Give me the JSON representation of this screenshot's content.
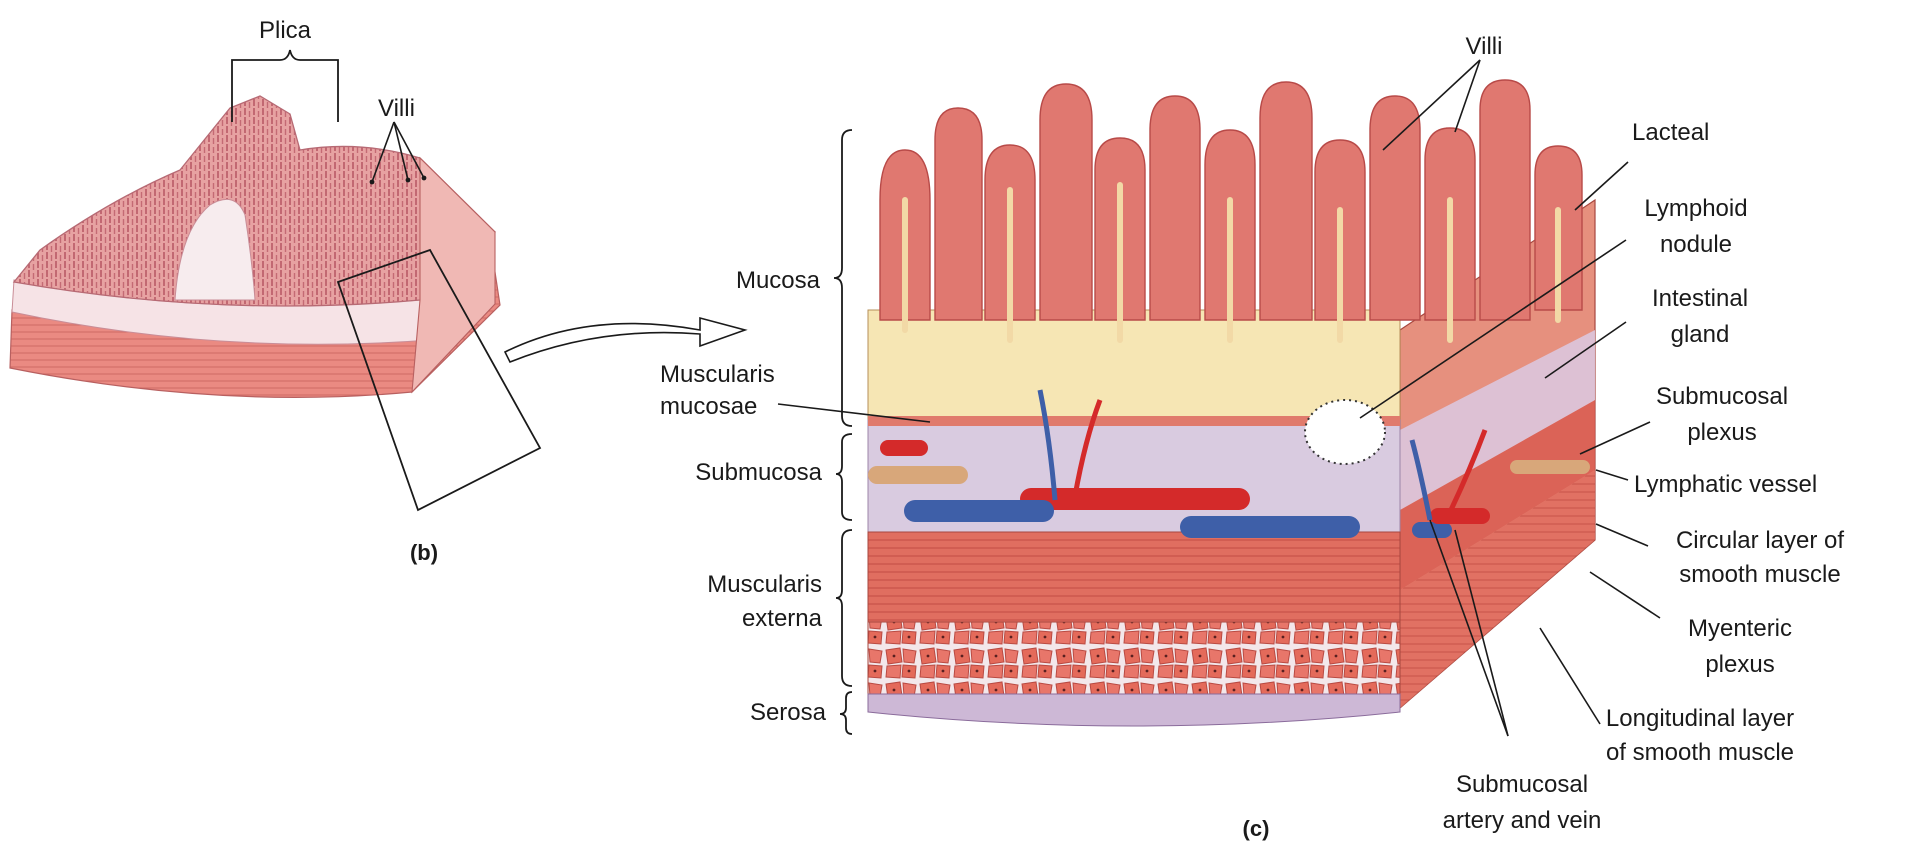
{
  "panel_b": {
    "caption": "(b)",
    "labels": {
      "plica": "Plica",
      "villi": "Villi"
    }
  },
  "panel_c": {
    "caption": "(c)",
    "left_labels": {
      "mucosa": "Mucosa",
      "muscularis_mucosae": [
        "Muscularis",
        "mucosae"
      ],
      "submucosa": "Submucosa",
      "muscularis_externa": [
        "Muscularis",
        "externa"
      ],
      "serosa": "Serosa"
    },
    "right_labels": {
      "villi": "Villi",
      "lacteal": "Lacteal",
      "lymphoid_nodule": [
        "Lymphoid",
        "nodule"
      ],
      "intestinal_gland": [
        "Intestinal",
        "gland"
      ],
      "submucosal_plexus": [
        "Submucosal",
        "plexus"
      ],
      "lymphatic_vessel": "Lymphatic vessel",
      "circular_layer": [
        "Circular layer of",
        "smooth muscle"
      ],
      "myenteric_plexus": [
        "Myenteric",
        "plexus"
      ],
      "longitudinal_layer": [
        "Longitudinal layer",
        "of smooth muscle"
      ],
      "submucosal_artery_vein": [
        "Submucosal",
        "artery and vein"
      ]
    }
  },
  "colors": {
    "villus": "#e07870",
    "villus_dark": "#b84a48",
    "mucosa_bg": "#f6e6b4",
    "submucosa": "#d9cbe0",
    "muscle": "#e2685c",
    "muscle_light": "#f09a8a",
    "serosa": "#cdb8d6",
    "artery": "#d42a2a",
    "vein": "#3e5fa8",
    "lymph_vessel": "#d8a77a",
    "panel_b_tissue": "#e8a4a4"
  }
}
